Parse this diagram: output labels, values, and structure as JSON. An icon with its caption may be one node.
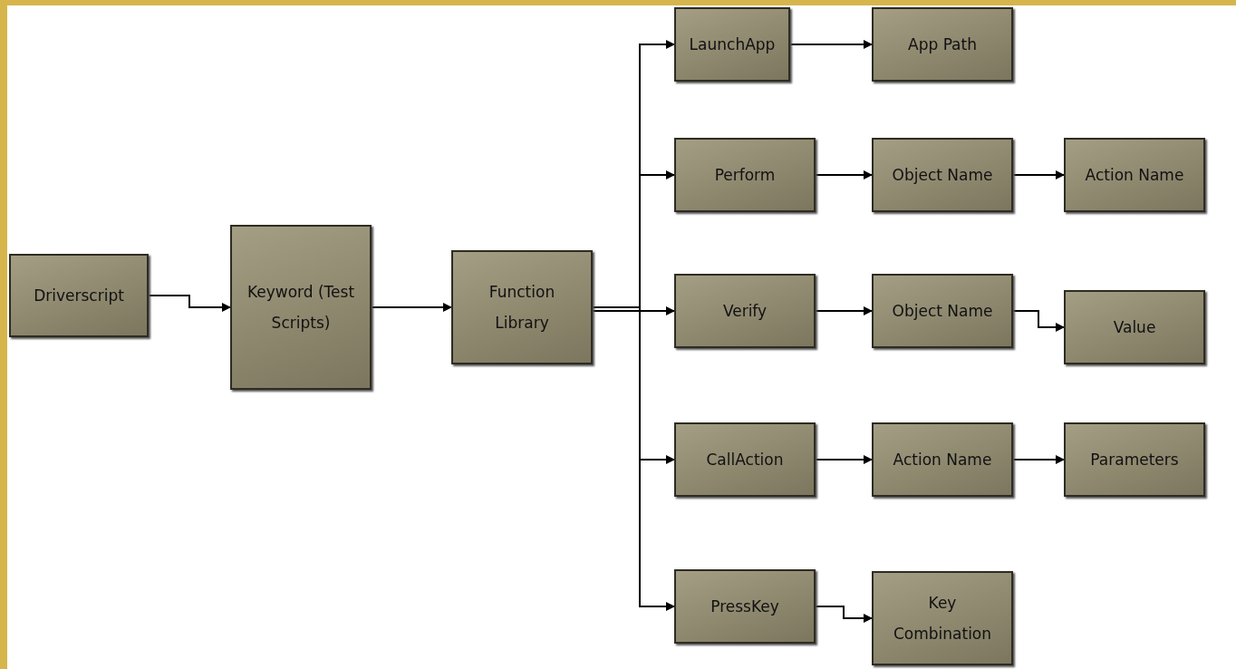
{
  "diagram": {
    "nodes": [
      {
        "text": [
          "Driverscript"
        ]
      },
      {
        "text": [
          "Keyword (Test Scripts)"
        ]
      },
      {
        "text": [
          "Function Library"
        ]
      },
      {
        "text": [
          "LaunchApp"
        ]
      },
      {
        "text": [
          "App Path"
        ]
      },
      {
        "text": [
          "Perform"
        ]
      },
      {
        "text": [
          "Object Name"
        ]
      },
      {
        "text": [
          "Action Name"
        ]
      },
      {
        "text": [
          "Verify"
        ]
      },
      {
        "text": [
          "Object Name"
        ]
      },
      {
        "text": [
          "Value"
        ]
      },
      {
        "text": [
          "CallAction"
        ]
      },
      {
        "text": [
          "Action Name"
        ]
      },
      {
        "text": [
          "Parameters"
        ]
      },
      {
        "text": [
          "PressKey"
        ]
      },
      {
        "text": [
          "Key Combination"
        ]
      }
    ],
    "edges": [
      {
        "from": 0,
        "to": 1,
        "arrow": "to"
      },
      {
        "from": 1,
        "to": 2,
        "arrow": "to"
      },
      {
        "from": 2,
        "to": 3,
        "arrow": "to"
      },
      {
        "from": 2,
        "to": 5,
        "arrow": "to"
      },
      {
        "from": 2,
        "to": 8,
        "arrow": "to"
      },
      {
        "from": 2,
        "to": 11,
        "arrow": "to"
      },
      {
        "from": 2,
        "to": 14,
        "arrow": "to"
      },
      {
        "from": 3,
        "to": 4,
        "arrow": "to"
      },
      {
        "from": 5,
        "to": 6,
        "arrow": "to"
      },
      {
        "from": 6,
        "to": 7,
        "arrow": "to"
      },
      {
        "from": 8,
        "to": 9,
        "arrow": "to"
      },
      {
        "from": 9,
        "to": 10,
        "arrow": "to"
      },
      {
        "from": 11,
        "to": 12,
        "arrow": "to"
      },
      {
        "from": 12,
        "to": 13,
        "arrow": "to"
      },
      {
        "from": 14,
        "to": 15,
        "arrow": "to"
      }
    ]
  }
}
